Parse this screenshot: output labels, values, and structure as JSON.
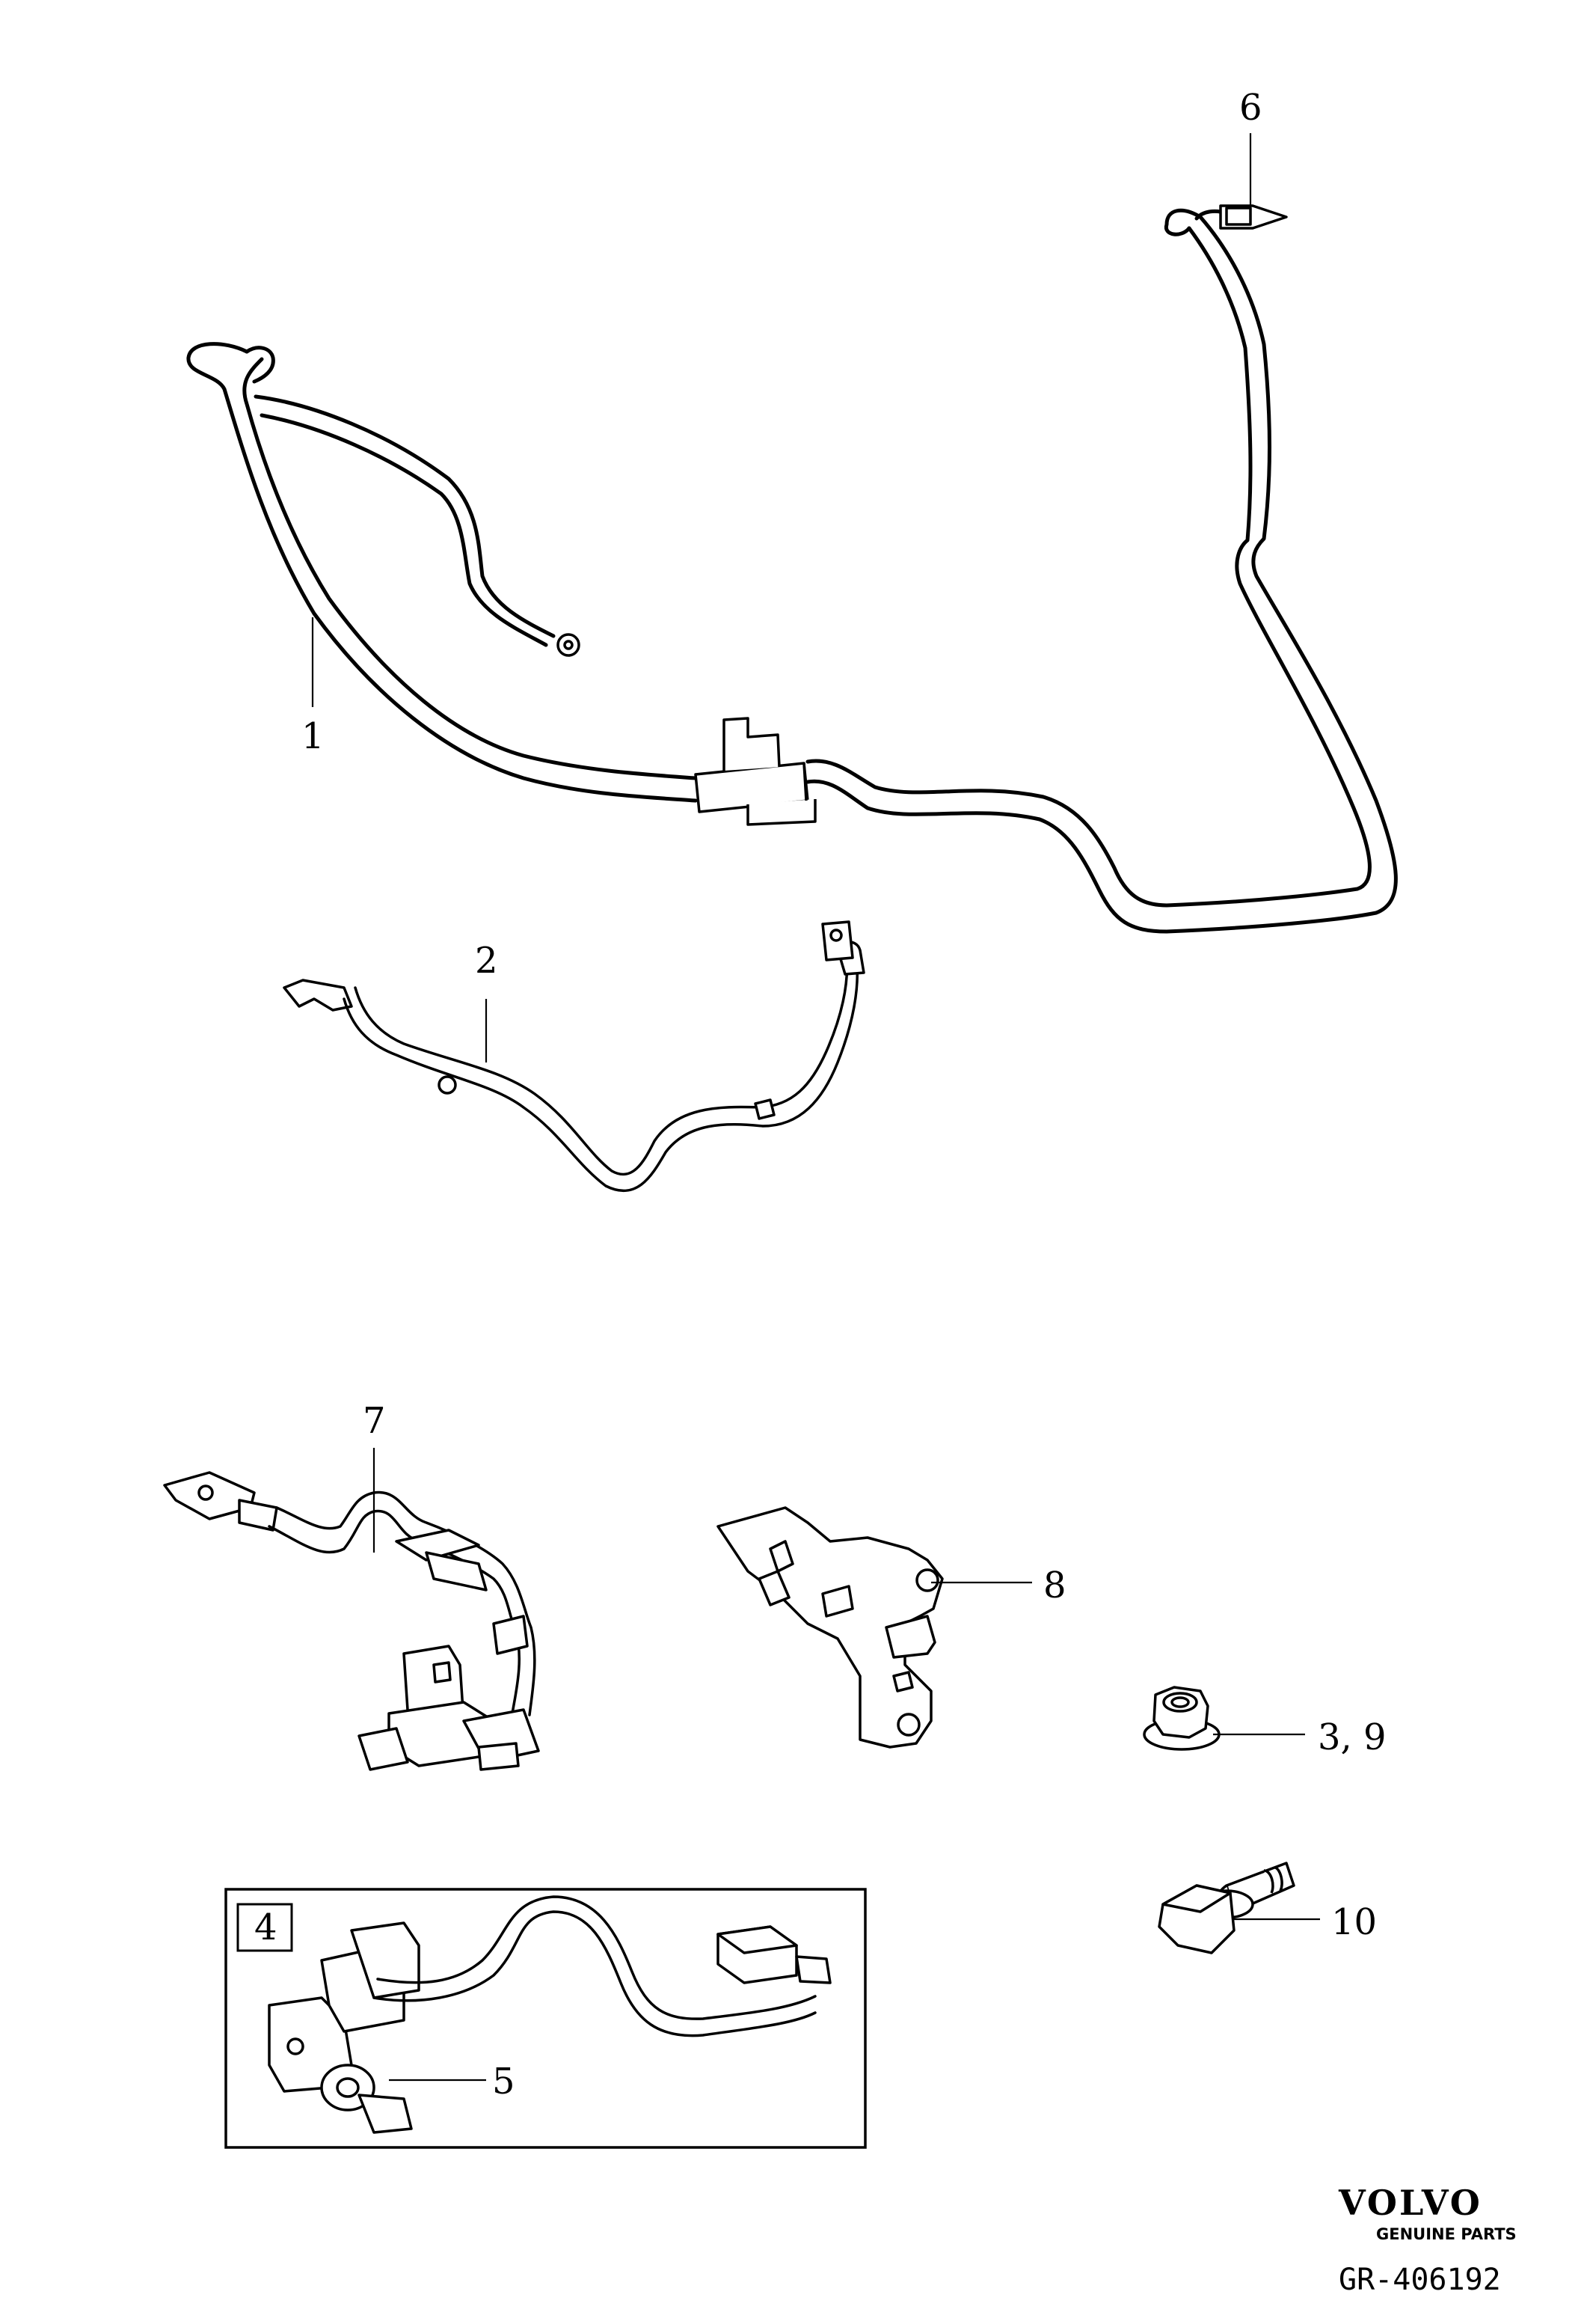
{
  "callouts": {
    "p1": "1",
    "p2": "2",
    "p3_9": "3, 9",
    "p4": "4",
    "p5": "5",
    "p6": "6",
    "p7": "7",
    "p8": "8",
    "p10": "10"
  },
  "brand": {
    "name": "VOLVO",
    "tagline": "GENUINE PARTS"
  },
  "reference": "GR-406192"
}
